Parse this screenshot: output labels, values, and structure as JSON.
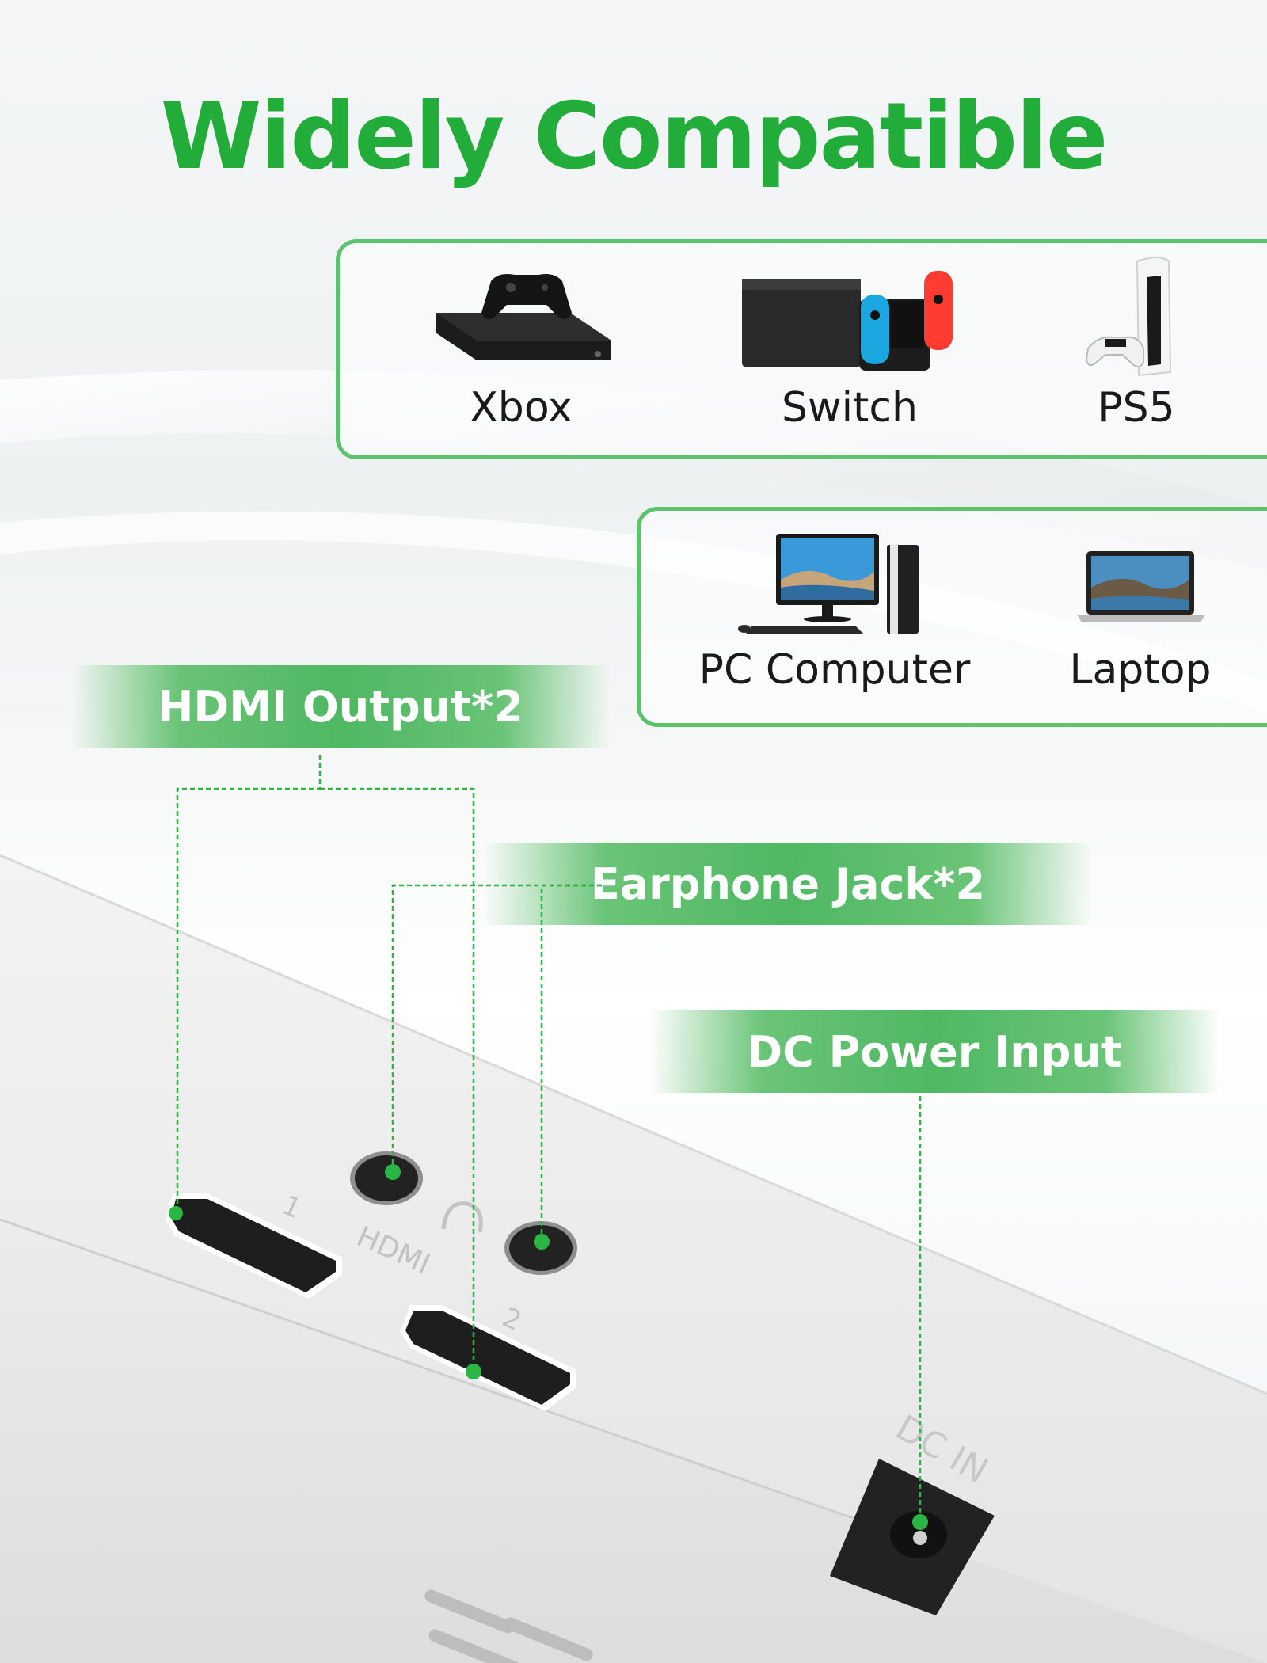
{
  "title": "Widely Compatible",
  "consoles": [
    {
      "label": "Xbox",
      "icon": "xbox-console-icon"
    },
    {
      "label": "Switch",
      "icon": "nintendo-switch-icon"
    },
    {
      "label": "PS5",
      "icon": "ps5-console-icon"
    }
  ],
  "computers": [
    {
      "label": "PC Computer",
      "icon": "desktop-pc-icon"
    },
    {
      "label": "Laptop",
      "icon": "laptop-icon"
    }
  ],
  "callouts": {
    "hdmi": "HDMI Output*2",
    "earphone": "Earphone Jack*2",
    "dc": "DC Power Input"
  },
  "port_labels": {
    "hdmi_1": "1",
    "hdmi_2": "2",
    "hdmi": "HDMI",
    "dc_in": "DC  IN"
  },
  "colors": {
    "accent": "#22ad3a",
    "panel_border": "#5cc26b",
    "leader_line": "#2bb544"
  }
}
